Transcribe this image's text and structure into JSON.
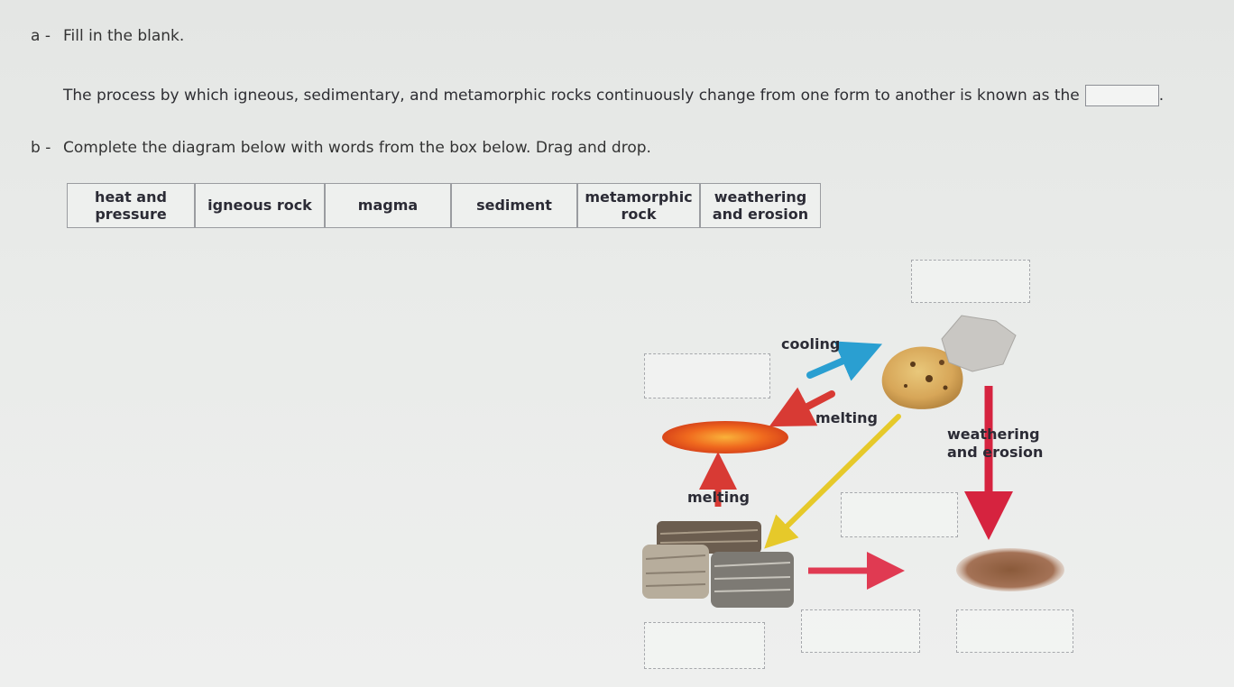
{
  "part_a": {
    "label": "a -",
    "instruction": "Fill in the blank.",
    "sentence": "The process by which igneous, sedimentary, and metamorphic rocks continuously change from one form to another is known as the",
    "blank_value": ""
  },
  "part_b": {
    "label": "b -",
    "instruction": "Complete the diagram below with words from the box below. Drag and drop."
  },
  "word_bank": [
    {
      "line1": "heat and",
      "line2": "pressure"
    },
    {
      "line1": "igneous rock",
      "line2": ""
    },
    {
      "line1": "magma",
      "line2": ""
    },
    {
      "line1": "sediment",
      "line2": ""
    },
    {
      "line1": "metamorphic",
      "line2": "rock"
    },
    {
      "line1": "weathering",
      "line2": "and erosion"
    }
  ],
  "diagram": {
    "labels": {
      "cooling": "cooling",
      "melting_top": "melting",
      "melting_left": "melting",
      "weathering_line1": "weathering",
      "weathering_line2": "and erosion"
    },
    "colors": {
      "cooling_arrow": "#2a9fd1",
      "melting_arrow": "#d83a34",
      "weathering_arrow": "#d6233f",
      "yellow_arrow": "#e6c92a",
      "bottom_arrow": "#e03a52",
      "magma": "#f06a1e",
      "sediment": "#8a5a3a"
    }
  }
}
